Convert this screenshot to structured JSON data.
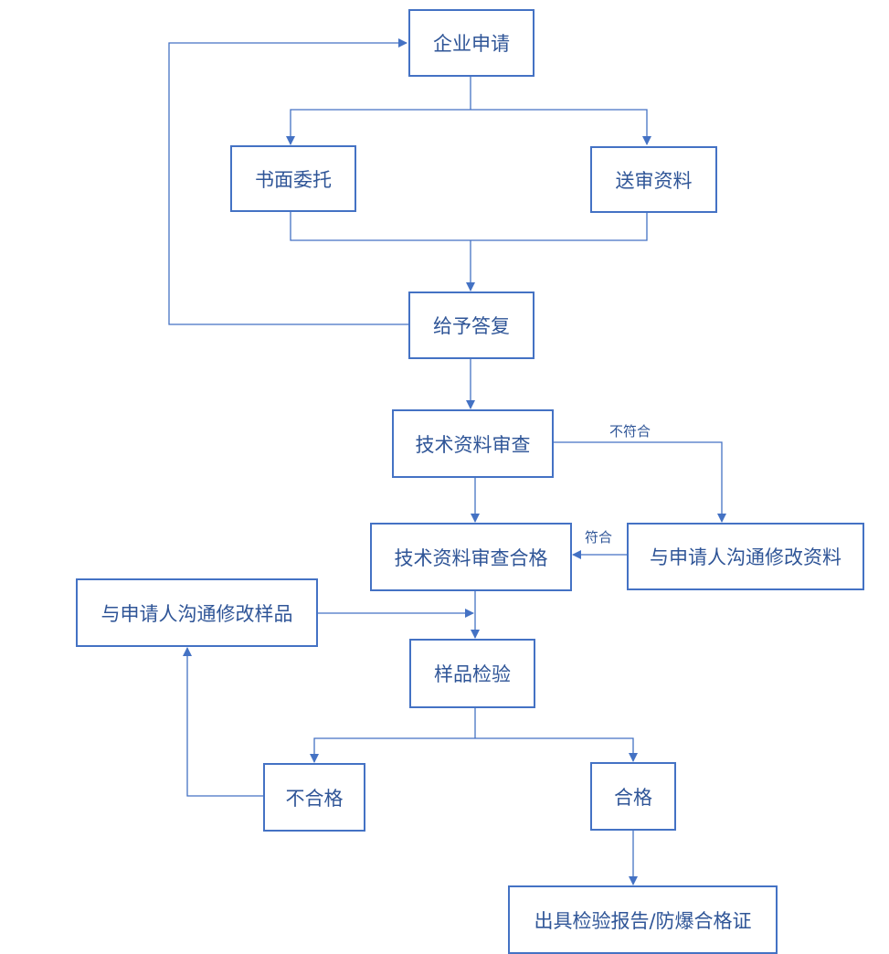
{
  "nodes": {
    "apply": "企业申请",
    "entrust": "书面委托",
    "submit": "送审资料",
    "reply": "给予答复",
    "review": "技术资料审查",
    "review_pass": "技术资料审查合格",
    "modify_docs": "与申请人沟通修改资料",
    "modify_sample": "与申请人沟通修改样品",
    "inspect": "样品检验",
    "fail": "不合格",
    "pass": "合格",
    "certificate": "出具检验报告/防爆合格证"
  },
  "edge_labels": {
    "not_conform": "不符合",
    "conform": "符合"
  },
  "colors": {
    "line": "#4472c4",
    "text": "#2f5597"
  }
}
